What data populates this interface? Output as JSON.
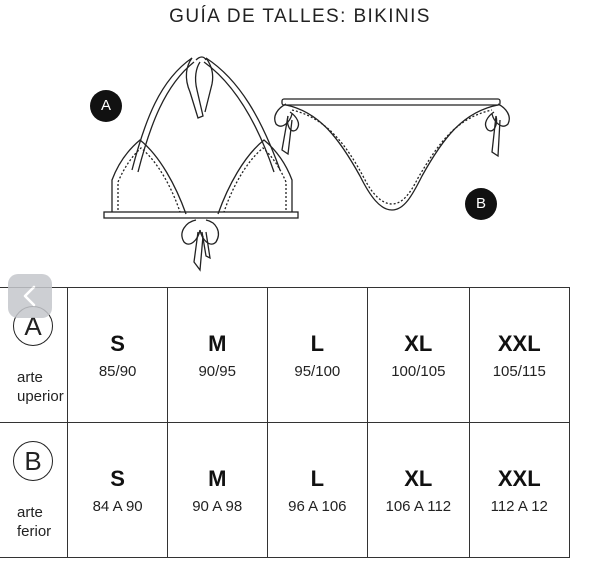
{
  "title": "GUÍA DE TALLES: BIKINIS",
  "badges": {
    "top": "A",
    "bottom": "B"
  },
  "table": {
    "rows": [
      {
        "letter": "A",
        "label_line1": "arte",
        "label_line2": "uperior",
        "cells": [
          {
            "size": "S",
            "measure": "85/90"
          },
          {
            "size": "M",
            "measure": "90/95"
          },
          {
            "size": "L",
            "measure": "95/100"
          },
          {
            "size": "XL",
            "measure": "100/105"
          },
          {
            "size": "XXL",
            "measure": "105/115"
          }
        ]
      },
      {
        "letter": "B",
        "label_line1": "arte",
        "label_line2": "ferior",
        "cells": [
          {
            "size": "S",
            "measure": "84 A 90"
          },
          {
            "size": "M",
            "measure": "90 A 98"
          },
          {
            "size": "L",
            "measure": "96 A 106"
          },
          {
            "size": "XL",
            "measure": "106 A 112"
          },
          {
            "size": "XXL",
            "measure": "112 A 12"
          }
        ]
      }
    ]
  },
  "nav": {
    "back_icon": "chevron-left-icon"
  }
}
